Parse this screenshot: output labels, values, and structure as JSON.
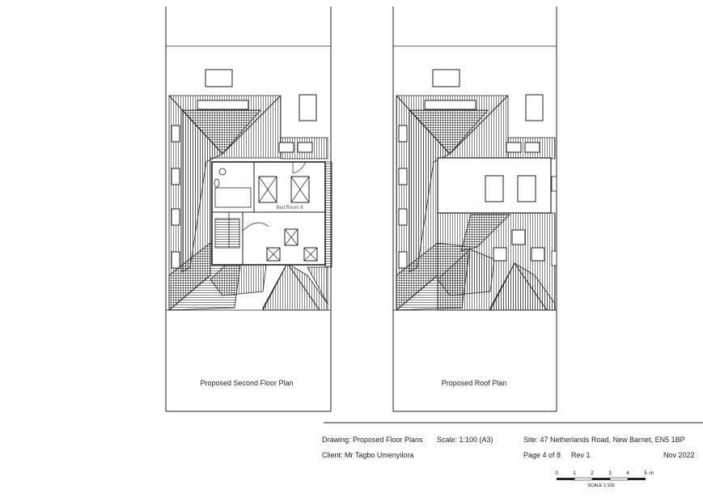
{
  "plans": {
    "left_title": "Proposed Second Floor Plan",
    "right_title": "Proposed Roof Plan",
    "room_label": "Bed Room 8"
  },
  "title_block": {
    "drawing": "Drawing: Proposed Floor Plans",
    "scale": "Scale: 1:100 (A3)",
    "site": "Site: 47 Netherlands Road, New Barnet, EN5 1BP",
    "client": "Client: Mr Tagbo Umenyilora",
    "page": "Page 4 of 8",
    "rev": "Rev 1",
    "date": "Nov 2022"
  },
  "scale_bar": {
    "ticks": [
      "0",
      "1",
      "2",
      "3",
      "4",
      "5"
    ],
    "unit": "m",
    "caption": "SCALE 1:100"
  }
}
